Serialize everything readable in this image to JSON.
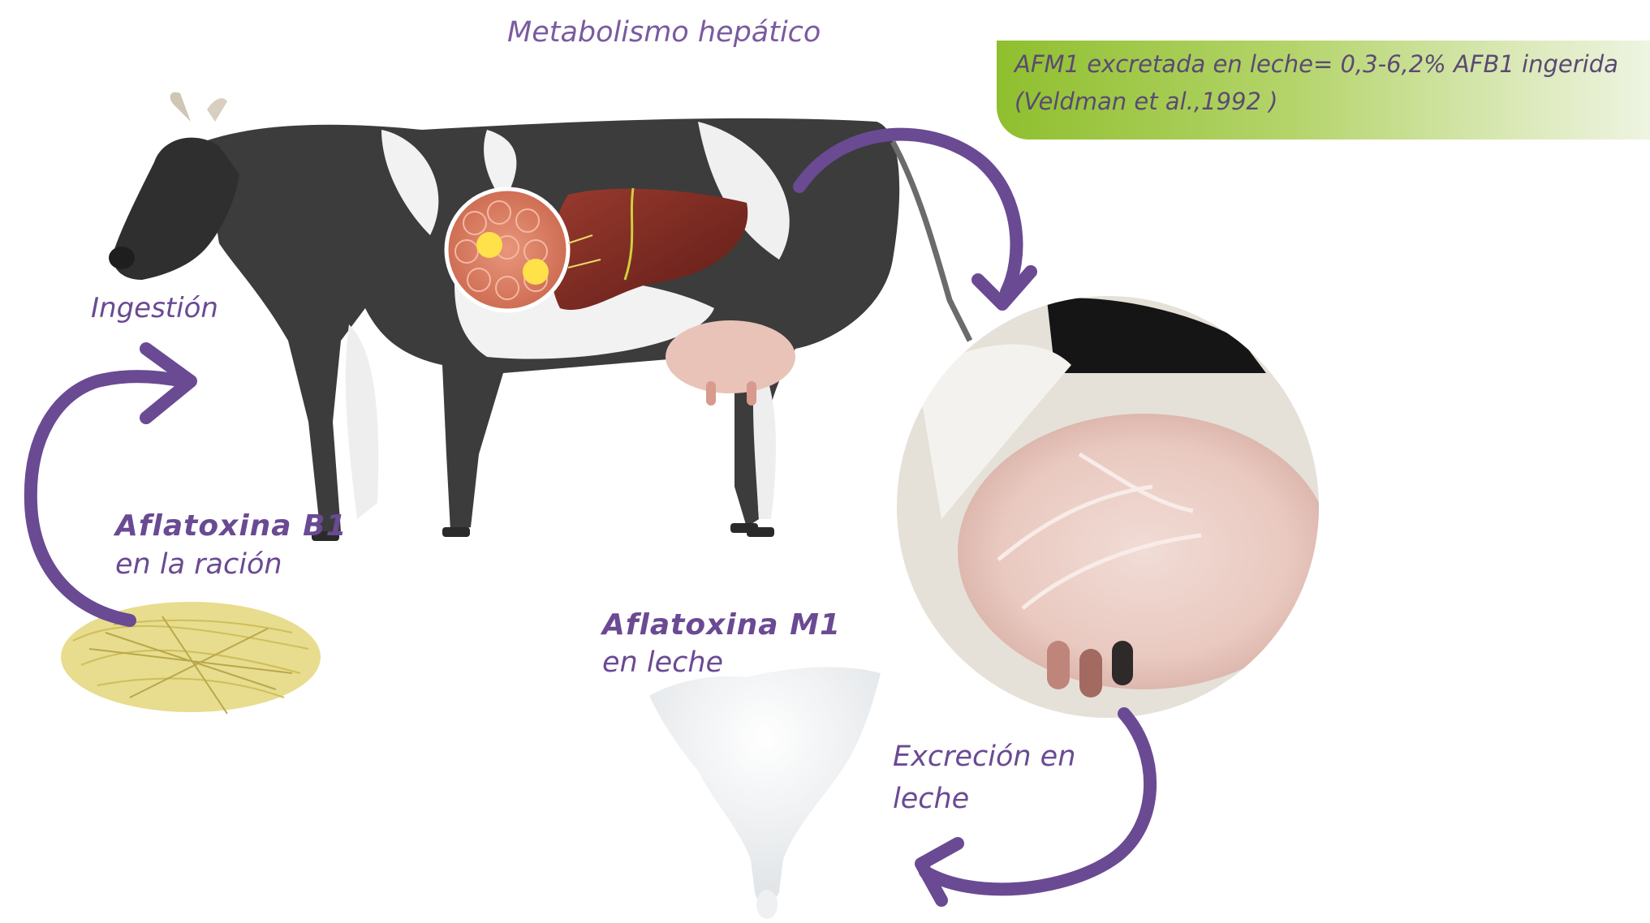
{
  "labels": {
    "hepatic": "Metabolismo hepático",
    "ingestion": "Ingestión",
    "b1_title": "Aflatoxina B1",
    "b1_sub": "en la ración",
    "m1_title": "Aflatoxina M1",
    "m1_sub": "en leche",
    "excretion_line1": "Excreción en",
    "excretion_line2": "leche"
  },
  "note": {
    "line1": "AFM1 excretada en leche= 0,3-6,2% AFB1 ingerida",
    "line2": "(Veldman et al.,1992 )"
  },
  "colors": {
    "arrow": "#6a4a93",
    "label": "#6a4a93",
    "note_green": "#8fbf2e",
    "liver": "#7a2a22"
  },
  "icons": [
    "cow-illustration",
    "liver-icon",
    "hepatocyte-icon",
    "udder-photo",
    "hay-icon",
    "milk-splash-icon"
  ]
}
